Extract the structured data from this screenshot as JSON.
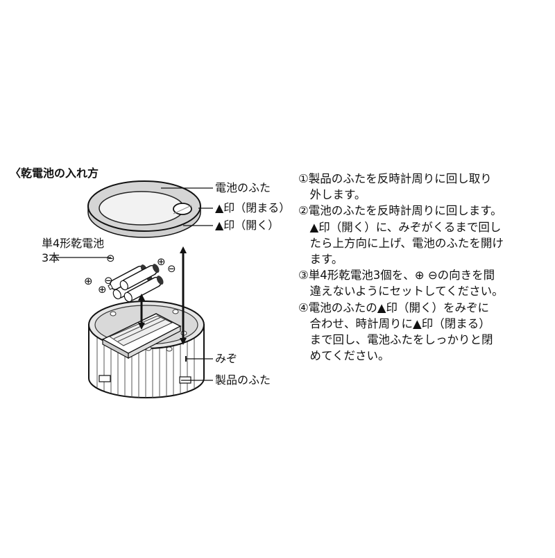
{
  "title": "〈乾電池の入れ方",
  "labels": {
    "battery_cover": "電池のふた",
    "mark_close": "▲印（閉まる）",
    "mark_open": "▲印（開く）",
    "batteries_line1": "単4形乾電池",
    "batteries_line2": "3本",
    "groove": "みぞ",
    "product_lid": "製品のふた"
  },
  "polarity": {
    "plus": "⊕",
    "minus": "⊖"
  },
  "steps": [
    {
      "lines": [
        "①製品のふたを反時計周りに回し取り",
        "　外します。"
      ]
    },
    {
      "lines": [
        "②電池のふたを反時計周りに回します。",
        "　▲印（開く）に、みぞがくるまで回し",
        "　たら上方向に上げ、電池のふたを開け",
        "　ます。"
      ]
    },
    {
      "lines": [
        "③単4形乾電池3個を、⊕ ⊖の向きを間",
        "　違えないようにセットしてください。"
      ]
    },
    {
      "lines": [
        "④電池のふたの▲印（開く）をみぞに",
        "　合わせ、時計周りに▲印（閉まる）",
        "　まで回し、電池ふたをしっかりと閉",
        "　めてください。"
      ]
    }
  ]
}
